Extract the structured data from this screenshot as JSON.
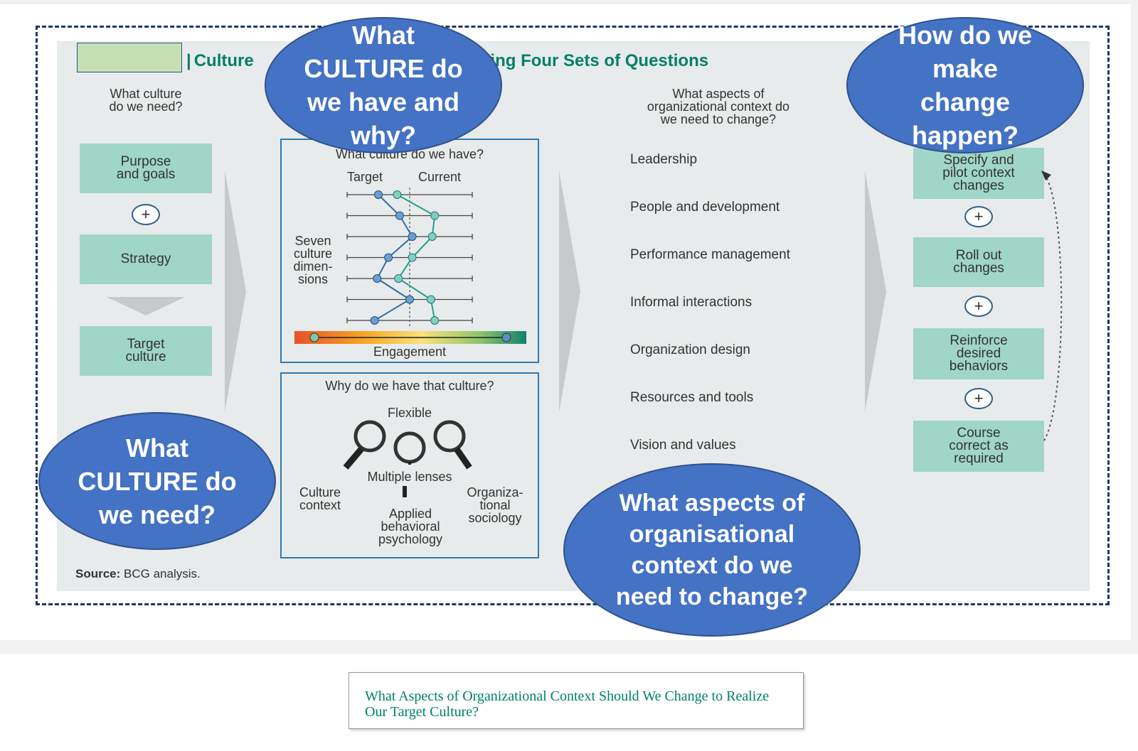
{
  "figure": {
    "title_visible_start": "Culture",
    "title_visible_end": "ering Four Sets of Questions",
    "source_label": "Source:",
    "source_text": "BCG analysis."
  },
  "column_need": {
    "question": [
      "What culture",
      "do we need?"
    ],
    "box1": [
      "Purpose",
      "and goals"
    ],
    "box2": "Strategy",
    "box3": [
      "Target",
      "culture"
    ],
    "plus": "+"
  },
  "column_have": {
    "top_heading": "What culture do we have?",
    "target_label": "Target",
    "current_label": "Current",
    "dimensions_label": [
      "Seven",
      "culture",
      "dimen-",
      "sions"
    ],
    "engagement_label": "Engagement",
    "profile_target": [
      0.25,
      0.42,
      0.52,
      0.33,
      0.24,
      0.5,
      0.22
    ],
    "profile_current": [
      0.4,
      0.7,
      0.68,
      0.52,
      0.41,
      0.67,
      0.7
    ],
    "why_heading": "Why do we have that culture?",
    "flexible_label": "Flexible",
    "lenses_label": "Multiple lenses",
    "lens_left": [
      "Culture",
      "context"
    ],
    "lens_middle": [
      "Applied",
      "behavioral",
      "psychology"
    ],
    "lens_right": [
      "Organiza-",
      "tional",
      "sociology"
    ]
  },
  "column_context": {
    "question": [
      "What aspects of",
      "organizational context do",
      "we need to change?"
    ],
    "items": [
      "Leadership",
      "People and development",
      "Performance management",
      "Informal interactions",
      "Organization design",
      "Resources and tools",
      "Vision and values"
    ]
  },
  "column_change": {
    "box1": [
      "Specify and",
      "pilot context",
      "changes"
    ],
    "box2": [
      "Roll out",
      "changes"
    ],
    "box3": [
      "Reinforce",
      "desired",
      "behaviors"
    ],
    "box4": [
      "Course",
      "correct as",
      "required"
    ],
    "plus": "+"
  },
  "bubbles": {
    "have": [
      "What",
      "CULTURE do",
      "we have and",
      "why?"
    ],
    "make": [
      "How do we",
      "make",
      "change",
      "happen?"
    ],
    "need": [
      "What",
      "CULTURE do",
      "we need?"
    ],
    "context": [
      "What aspects of",
      "organisational",
      "context do we",
      "need to change?"
    ]
  },
  "caption": "What Aspects of Organizational Context Should We Change to Realize Our Target Culture?",
  "colors": {
    "teal_box": "#9fd6c7",
    "bubble_fill": "#4472c4",
    "title_green": "#00806a",
    "target_line": "#2f6fa8",
    "current_line": "#1fa08a"
  }
}
